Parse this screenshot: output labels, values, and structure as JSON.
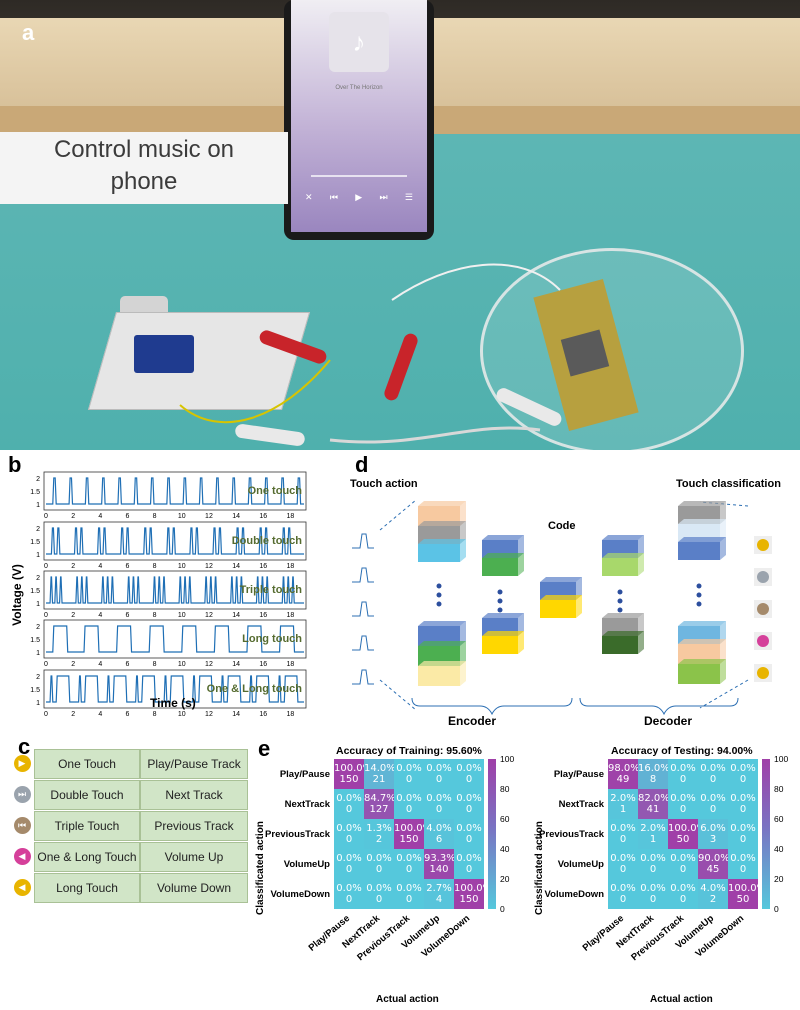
{
  "panel_labels": {
    "a": "a",
    "b": "b",
    "c": "c",
    "d": "d",
    "e": "e"
  },
  "panel_a": {
    "caption": "Control music on phone",
    "caption_line1": "Control music on",
    "caption_line2": "phone",
    "phone_song_title": "Over The Horizon"
  },
  "panel_b": {
    "ylabel": "Voltage (V)",
    "xlabel": "Time (s)",
    "xticks": [
      "0",
      "2",
      "4",
      "6",
      "8",
      "10",
      "12",
      "14",
      "16",
      "18"
    ],
    "subplots": [
      {
        "label": "One touch",
        "yticks": [
          "2",
          "1.5",
          "1"
        ],
        "pattern": "single"
      },
      {
        "label": "Double touch",
        "yticks": [
          "2",
          "1.5",
          "1"
        ],
        "pattern": "double"
      },
      {
        "label": "Triple touch",
        "yticks": [
          "2",
          "1.5",
          "1"
        ],
        "pattern": "triple"
      },
      {
        "label": "Long touch",
        "yticks": [
          "2",
          "1.5",
          "1"
        ],
        "pattern": "long"
      },
      {
        "label": "One & Long touch",
        "yticks": [
          "2",
          "1.5",
          "1"
        ],
        "pattern": "onelong"
      }
    ]
  },
  "panel_c": {
    "rows": [
      {
        "touch": "One Touch",
        "action": "Play/Pause Track",
        "icon": "play-icon",
        "color": "#e8b400"
      },
      {
        "touch": "Double Touch",
        "action": "Next Track",
        "icon": "next-track-icon",
        "color": "#9aa3ad"
      },
      {
        "touch": "Triple Touch",
        "action": "Previous Track",
        "icon": "previous-track-icon",
        "color": "#a58a6b"
      },
      {
        "touch": "One & Long Touch",
        "action": "Volume Up",
        "icon": "volume-up-icon",
        "color": "#d5409a"
      },
      {
        "touch": "Long Touch",
        "action": "Volume Down",
        "icon": "volume-down-icon",
        "color": "#e8b400"
      }
    ]
  },
  "panel_d": {
    "touch_action": "Touch action",
    "touch_classification": "Touch classification",
    "code": "Code",
    "encoder": "Encoder",
    "decoder": "Decoder"
  },
  "chart_data": [
    {
      "type": "heatmap",
      "title": "Accuracy of Training: 95.60%",
      "xlabel": "Actual action",
      "ylabel": "Classificated action",
      "categories": [
        "Play/Pause",
        "NextTrack",
        "PreviousTrack",
        "VolumeUp",
        "VolumeDown"
      ],
      "colorbar_ticks": [
        "100",
        "80",
        "60",
        "40",
        "20",
        "0"
      ],
      "cells": [
        [
          {
            "pct": "100.0%",
            "n": "150",
            "v": 100
          },
          {
            "pct": "14.0%",
            "n": "21",
            "v": 14
          },
          {
            "pct": "0.0%",
            "n": "0",
            "v": 0
          },
          {
            "pct": "0.0%",
            "n": "0",
            "v": 0
          },
          {
            "pct": "0.0%",
            "n": "0",
            "v": 0
          }
        ],
        [
          {
            "pct": "0.0%",
            "n": "0",
            "v": 0
          },
          {
            "pct": "84.7%",
            "n": "127",
            "v": 84.7
          },
          {
            "pct": "0.0%",
            "n": "0",
            "v": 0
          },
          {
            "pct": "0.0%",
            "n": "0",
            "v": 0
          },
          {
            "pct": "0.0%",
            "n": "0",
            "v": 0
          }
        ],
        [
          {
            "pct": "0.0%",
            "n": "0",
            "v": 0
          },
          {
            "pct": "1.3%",
            "n": "2",
            "v": 1.3
          },
          {
            "pct": "100.0%",
            "n": "150",
            "v": 100
          },
          {
            "pct": "4.0%",
            "n": "6",
            "v": 4
          },
          {
            "pct": "0.0%",
            "n": "0",
            "v": 0
          }
        ],
        [
          {
            "pct": "0.0%",
            "n": "0",
            "v": 0
          },
          {
            "pct": "0.0%",
            "n": "0",
            "v": 0
          },
          {
            "pct": "0.0%",
            "n": "0",
            "v": 0
          },
          {
            "pct": "93.3%",
            "n": "140",
            "v": 93.3
          },
          {
            "pct": "0.0%",
            "n": "0",
            "v": 0
          }
        ],
        [
          {
            "pct": "0.0%",
            "n": "0",
            "v": 0
          },
          {
            "pct": "0.0%",
            "n": "0",
            "v": 0
          },
          {
            "pct": "0.0%",
            "n": "0",
            "v": 0
          },
          {
            "pct": "2.7%",
            "n": "4",
            "v": 2.7
          },
          {
            "pct": "100.0%",
            "n": "150",
            "v": 100
          }
        ]
      ]
    },
    {
      "type": "heatmap",
      "title": "Accuracy of Testing: 94.00%",
      "xlabel": "Actual action",
      "ylabel": "Classificated action",
      "categories": [
        "Play/Pause",
        "NextTrack",
        "PreviousTrack",
        "VolumeUp",
        "VolumeDown"
      ],
      "colorbar_ticks": [
        "100",
        "80",
        "60",
        "40",
        "20",
        "0"
      ],
      "cells": [
        [
          {
            "pct": "98.0%",
            "n": "49",
            "v": 98
          },
          {
            "pct": "16.0%",
            "n": "8",
            "v": 16
          },
          {
            "pct": "0.0%",
            "n": "0",
            "v": 0
          },
          {
            "pct": "0.0%",
            "n": "0",
            "v": 0
          },
          {
            "pct": "0.0%",
            "n": "0",
            "v": 0
          }
        ],
        [
          {
            "pct": "2.0%",
            "n": "1",
            "v": 2
          },
          {
            "pct": "82.0%",
            "n": "41",
            "v": 82
          },
          {
            "pct": "0.0%",
            "n": "0",
            "v": 0
          },
          {
            "pct": "0.0%",
            "n": "0",
            "v": 0
          },
          {
            "pct": "0.0%",
            "n": "0",
            "v": 0
          }
        ],
        [
          {
            "pct": "0.0%",
            "n": "0",
            "v": 0
          },
          {
            "pct": "2.0%",
            "n": "1",
            "v": 2
          },
          {
            "pct": "100.0%",
            "n": "50",
            "v": 100
          },
          {
            "pct": "6.0%",
            "n": "3",
            "v": 6
          },
          {
            "pct": "0.0%",
            "n": "0",
            "v": 0
          }
        ],
        [
          {
            "pct": "0.0%",
            "n": "0",
            "v": 0
          },
          {
            "pct": "0.0%",
            "n": "0",
            "v": 0
          },
          {
            "pct": "0.0%",
            "n": "0",
            "v": 0
          },
          {
            "pct": "90.0%",
            "n": "45",
            "v": 90
          },
          {
            "pct": "0.0%",
            "n": "0",
            "v": 0
          }
        ],
        [
          {
            "pct": "0.0%",
            "n": "0",
            "v": 0
          },
          {
            "pct": "0.0%",
            "n": "0",
            "v": 0
          },
          {
            "pct": "0.0%",
            "n": "0",
            "v": 0
          },
          {
            "pct": "4.0%",
            "n": "2",
            "v": 4
          },
          {
            "pct": "100.0%",
            "n": "50",
            "v": 100
          }
        ]
      ]
    }
  ]
}
